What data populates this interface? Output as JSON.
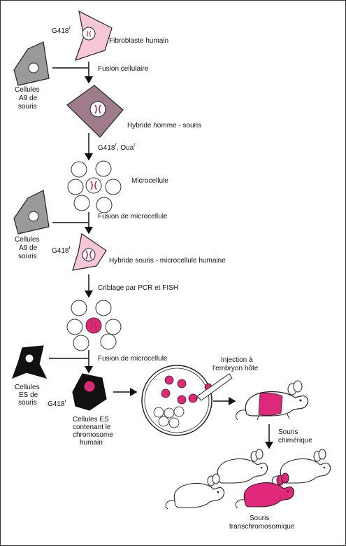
{
  "labels": {
    "g418_1": "G418",
    "g418_1_sup": "r",
    "fibroblast": "Fibroblaste humain",
    "mouse_a9_1_l1": "Cellules",
    "mouse_a9_1_l2": "A9 de",
    "mouse_a9_1_l3": "souris",
    "fusion_cell": "Fusion cellulaire",
    "hybrid_hm": "Hybride homme - souris",
    "g418_oua": "G418",
    "g418_oua_sup": "r",
    "oua": ", Oua",
    "oua_sup": "r",
    "microcell": "Microcellule",
    "mouse_a9_2_l1": "Cellules",
    "mouse_a9_2_l2": "A9 de",
    "mouse_a9_2_l3": "souris",
    "fusion_micro_1": "Fusion de microcellule",
    "g418_2": "G418",
    "g418_2_sup": "r",
    "hybrid_sm": "Hybride souris - microcellule humaine",
    "screening": "Criblage par PCR et FISH",
    "es_l1": "Cellules",
    "es_l2": "ES de",
    "es_l3": "souris",
    "fusion_micro_2": "Fusion de microcellule",
    "g418_3": "G418",
    "g418_3_sup": "r",
    "es_chr_l1": "Cellules ES",
    "es_chr_l2": "contenant le",
    "es_chr_l3": "chromosome",
    "es_chr_l4": "humain",
    "injection_l1": "Injection à",
    "injection_l2": "l'embryon hôte",
    "chimeric_l1": "Souris",
    "chimeric_l2": "chimérique",
    "transchr_l1": "Souris",
    "transchr_l2": "transchromosomique"
  },
  "colors": {
    "pink_light": "#f7c6d9",
    "mauve": "#9e7c8c",
    "magenta": "#e0287a",
    "grey": "#9a9a9a",
    "black": "#111111"
  }
}
